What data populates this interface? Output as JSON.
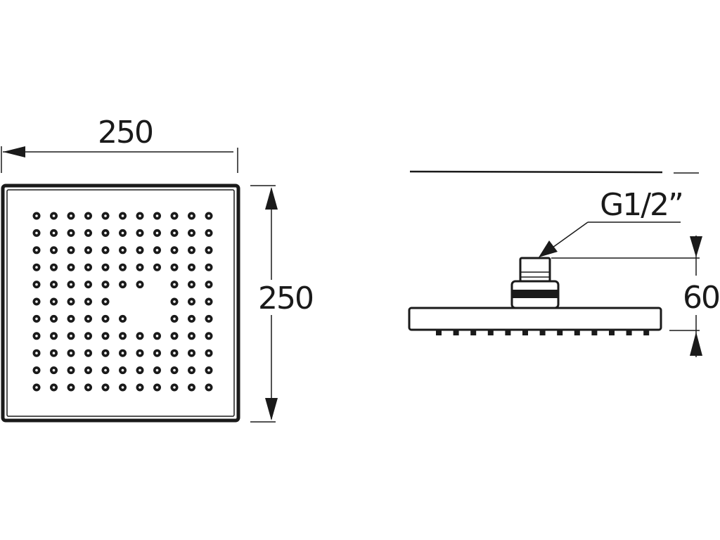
{
  "front_view": {
    "width_label": "250",
    "height_label": "250"
  },
  "side_view": {
    "thread_label": "G1/2”",
    "height_label": "60"
  },
  "colors": {
    "ink": "#1a1a1a",
    "background": "#ffffff"
  }
}
